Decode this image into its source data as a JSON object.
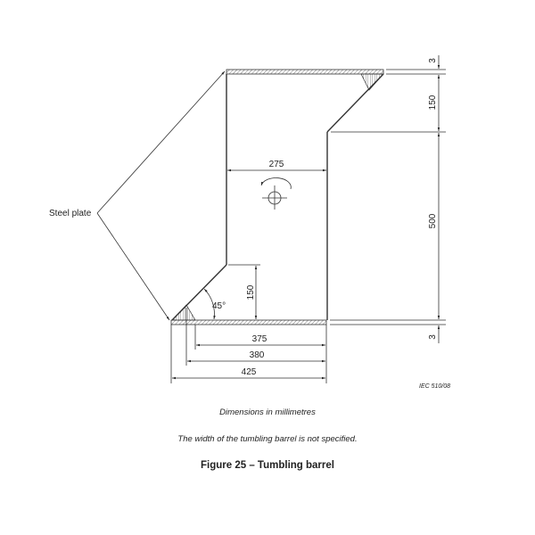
{
  "labels": {
    "steel_plate": "Steel plate",
    "angle": "45°",
    "source_ref": "IEC  510/08"
  },
  "dimensions": {
    "inner_width": "275",
    "lower_chamfer_height": "150",
    "top_plate_thickness": "3",
    "upper_chamfer_height": "150",
    "straight_height": "500",
    "bottom_plate_thickness": "3",
    "dim_375": "375",
    "dim_380": "380",
    "dim_425": "425"
  },
  "captions": {
    "units": "Dimensions in millimetres",
    "note": "The width of the tumbling barrel is not specified.",
    "figure_title": "Figure 25 – Tumbling barrel"
  }
}
